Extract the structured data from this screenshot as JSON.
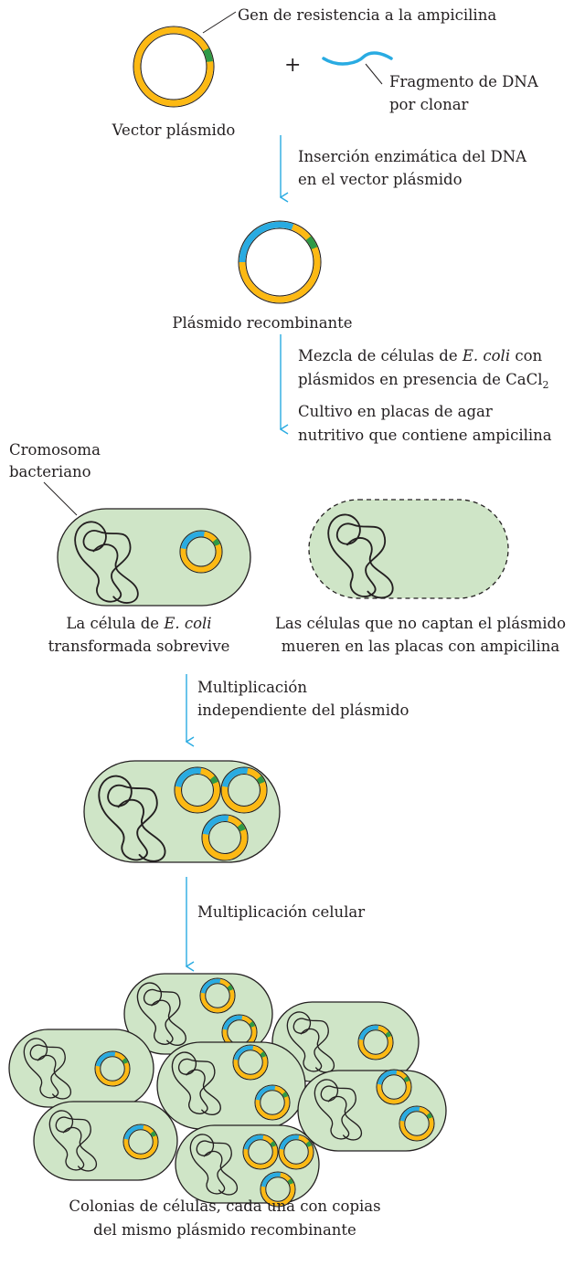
{
  "labels": {
    "gene": "Gen de resistencia a la ampicilina",
    "plus": "+",
    "fragment_line1": "Fragmento de DNA",
    "fragment_line2": "por clonar",
    "vector": "Vector plásmido",
    "step1_line1": "Inserción enzimática del DNA",
    "step1_line2": "en el vector plásmido",
    "recombinant": "Plásmido recombinante",
    "step2_line1_pre": "Mezcla de células de ",
    "step2_line1_italic": "E. coli",
    "step2_line1_post": " con",
    "step2_line2_pre": "plásmidos en presencia de CaCl",
    "step2_line2_sub": "2",
    "step3_line1": "Cultivo en placas de agar",
    "step3_line2": "nutritivo que contiene ampicilina",
    "chromosome_line1": "Cromosoma",
    "chromosome_line2": "bacteriano",
    "survive_line1_pre": "La célula de ",
    "survive_line1_italic": "E. coli",
    "survive_line2": "transformada sobrevive",
    "die_line1": "Las células que no captan el plásmido",
    "die_line2": "mueren en las placas con ampicilina",
    "step4_line1": "Multiplicación",
    "step4_line2": "independiente del plásmido",
    "step5": "Multiplicación celular",
    "colonies_line1": "Colonias de células, cada una con copias",
    "colonies_line2": "del mismo plásmido recombinante"
  },
  "colors": {
    "plasmid_yellow": "#fdb913",
    "insert_blue": "#29abe2",
    "gene_green": "#2e9a47",
    "cell_fill": "#cfe5c7",
    "arrow": "#29abe2",
    "outline": "#231f20"
  }
}
